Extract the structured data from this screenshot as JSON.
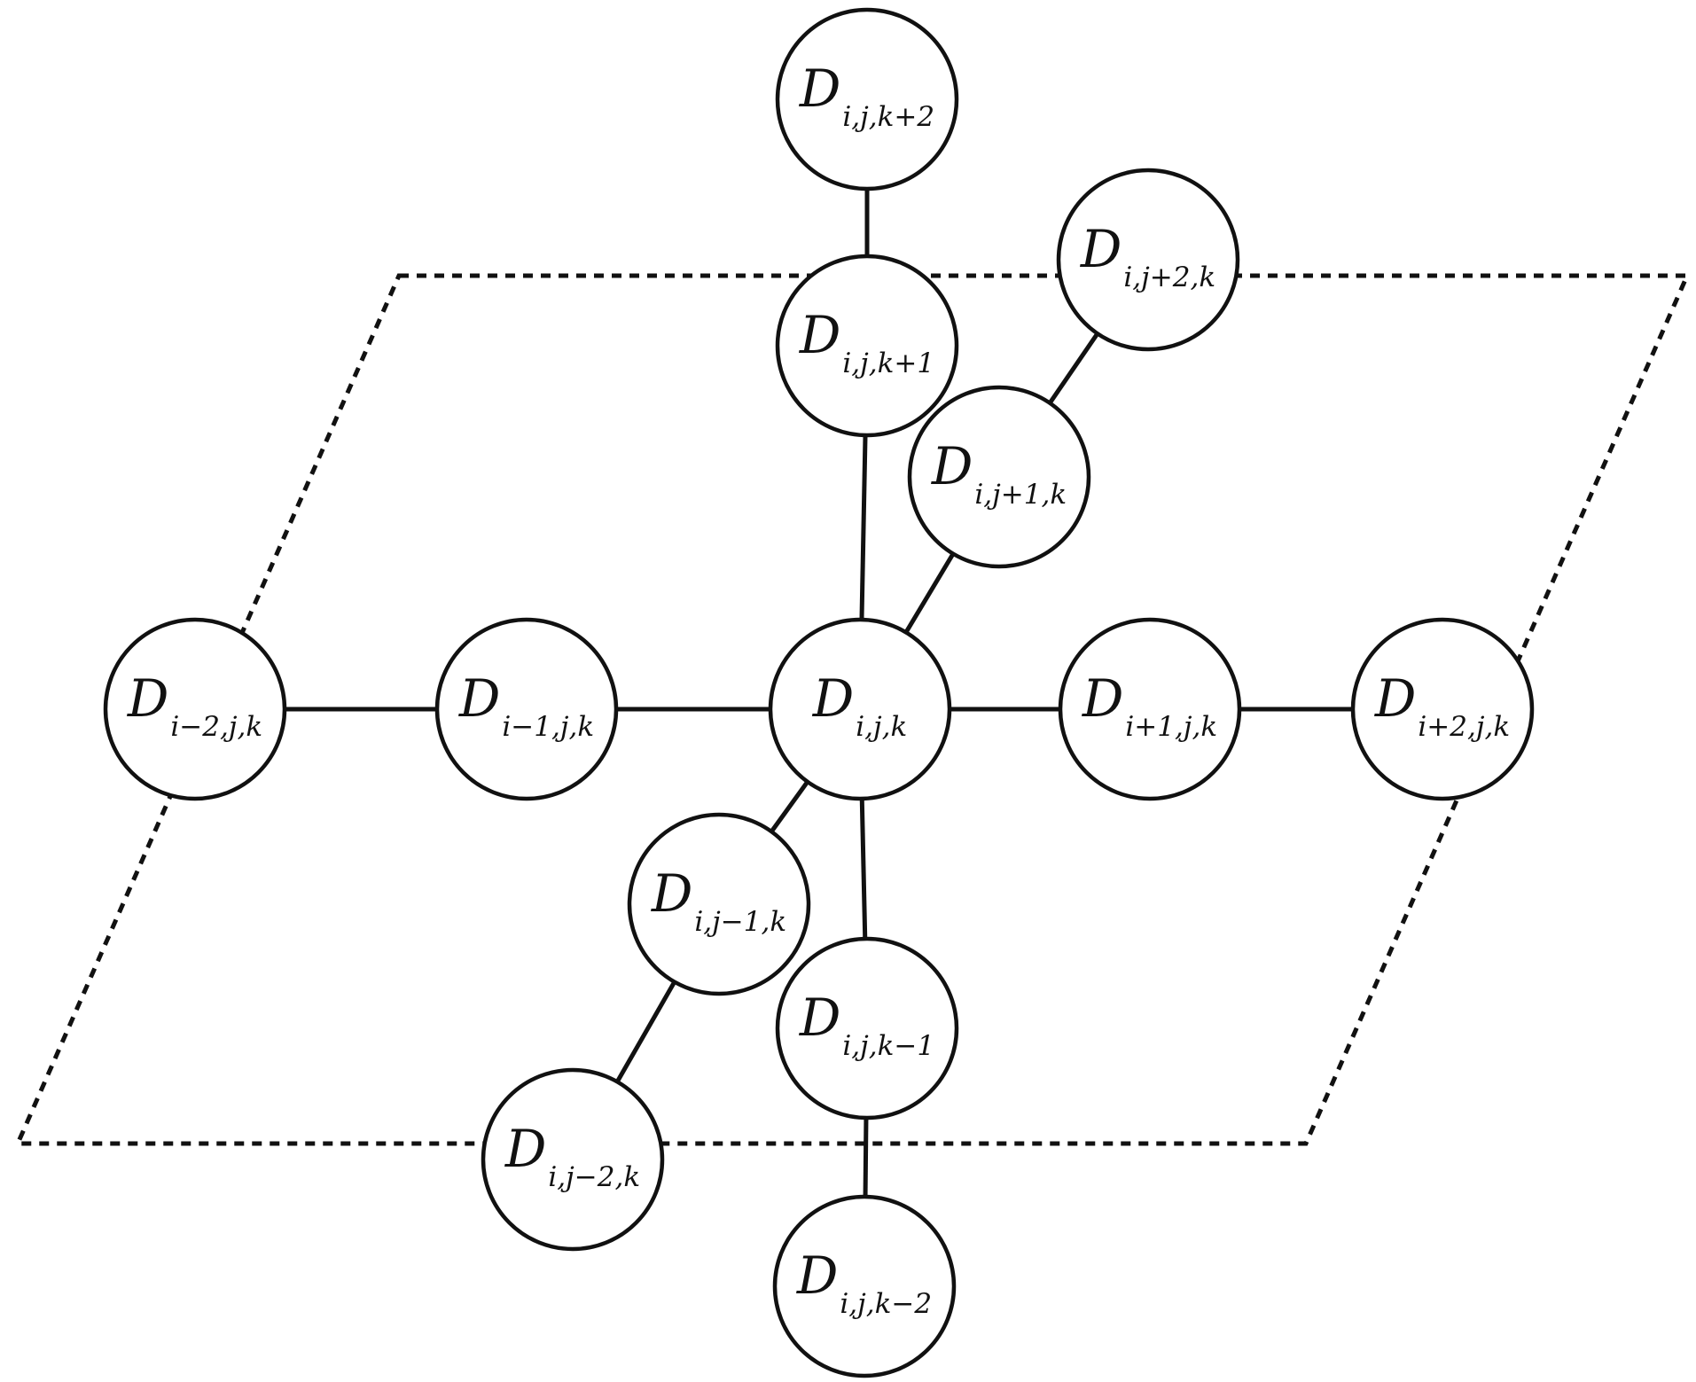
{
  "diagram": {
    "nodes": [
      {
        "id": "n_k2",
        "symbol": "D",
        "subscript": "i,j,k+2"
      },
      {
        "id": "n_k1",
        "symbol": "D",
        "subscript": "i,j,k+1"
      },
      {
        "id": "n_j2",
        "symbol": "D",
        "subscript": "i,j+2,k"
      },
      {
        "id": "n_j1",
        "symbol": "D",
        "subscript": "i,j+1,k"
      },
      {
        "id": "n_im2",
        "symbol": "D",
        "subscript": "i−2,j,k"
      },
      {
        "id": "n_im1",
        "symbol": "D",
        "subscript": "i−1,j,k"
      },
      {
        "id": "n_c",
        "symbol": "D",
        "subscript": "i,j,k"
      },
      {
        "id": "n_ip1",
        "symbol": "D",
        "subscript": "i+1,j,k"
      },
      {
        "id": "n_ip2",
        "symbol": "D",
        "subscript": "i+2,j,k"
      },
      {
        "id": "n_jm1",
        "symbol": "D",
        "subscript": "i,j−1,k"
      },
      {
        "id": "n_km1",
        "symbol": "D",
        "subscript": "i,j,k−1"
      },
      {
        "id": "n_jm2",
        "symbol": "D",
        "subscript": "i,j−2,k"
      },
      {
        "id": "n_km2",
        "symbol": "D",
        "subscript": "i,j,k−2"
      }
    ],
    "edges": [
      [
        "n_k2",
        "n_k1"
      ],
      [
        "n_k1",
        "n_c"
      ],
      [
        "n_j2",
        "n_j1"
      ],
      [
        "n_j1",
        "n_c"
      ],
      [
        "n_im2",
        "n_im1"
      ],
      [
        "n_im1",
        "n_c"
      ],
      [
        "n_c",
        "n_ip1"
      ],
      [
        "n_ip1",
        "n_ip2"
      ],
      [
        "n_c",
        "n_jm1"
      ],
      [
        "n_jm1",
        "n_jm2"
      ],
      [
        "n_c",
        "n_km1"
      ],
      [
        "n_km1",
        "n_km2"
      ]
    ]
  }
}
